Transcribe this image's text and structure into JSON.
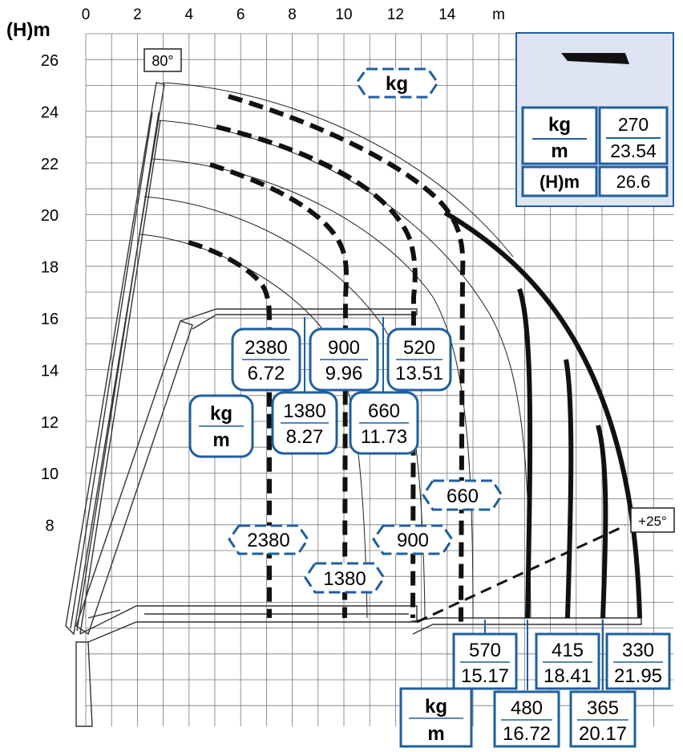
{
  "axes": {
    "y_unit_label": "(H)m",
    "x_unit_label": "m",
    "x_ticks": [
      "0",
      "2",
      "4",
      "6",
      "8",
      "10",
      "12",
      "14"
    ],
    "y_ticks": [
      "26",
      "24",
      "22",
      "20",
      "18",
      "16",
      "14",
      "12",
      "10",
      "8"
    ]
  },
  "angle_labels": {
    "top": "80°",
    "extension": "+25°"
  },
  "legend_box": {
    "kg_label": "kg",
    "m_label": "m",
    "capacity_kg": "270",
    "reach_m": "23.54",
    "height_label": "(H)m",
    "height_value": "26.6",
    "background": "#dfe4f5"
  },
  "kg_tag_top": "kg",
  "kg_m_legend_mid": {
    "kg": "kg",
    "m": "m"
  },
  "kg_m_legend_bottom": {
    "kg": "kg",
    "m": "m"
  },
  "upper_loads": [
    {
      "kg": "2380",
      "m": "6.72"
    },
    {
      "kg": "900",
      "m": "9.96"
    },
    {
      "kg": "520",
      "m": "13.51"
    },
    {
      "kg": "1380",
      "m": "8.27"
    },
    {
      "kg": "660",
      "m": "11.73"
    }
  ],
  "hex_tags": {
    "t2380": "2380",
    "t1380": "1380",
    "t900": "900",
    "t660": "660"
  },
  "bottom_loads": [
    {
      "kg": "570",
      "m": "15.17"
    },
    {
      "kg": "415",
      "m": "18.41"
    },
    {
      "kg": "330",
      "m": "21.95"
    },
    {
      "kg": "480",
      "m": "16.72"
    },
    {
      "kg": "365",
      "m": "20.17"
    }
  ],
  "colors": {
    "blue": "#1f5f9e",
    "grid": "#555555",
    "curve": "#111111"
  }
}
